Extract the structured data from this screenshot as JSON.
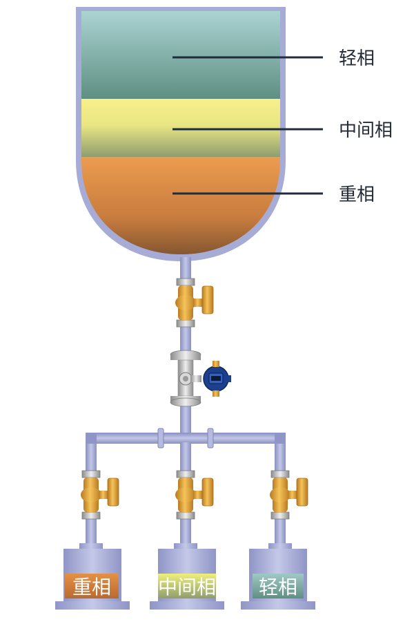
{
  "tank": {
    "layers": [
      {
        "id": "light",
        "label": "轻相",
        "color_top": "#a9d3d3",
        "color_bottom": "#5f8f82"
      },
      {
        "id": "middle",
        "label": "中间相",
        "color_top": "#f7f08a",
        "color_bottom": "#8f9d6e"
      },
      {
        "id": "heavy",
        "label": "重相",
        "color_top": "#eb9a4d",
        "color_bottom": "#6e4a2c"
      }
    ],
    "shell_color": "#a7acd6"
  },
  "pipe_color": "#9aa0cc",
  "valve_color": "#e0a33a",
  "instrument": {
    "display_color": "#1f4fae"
  },
  "receivers": [
    {
      "label": "重相",
      "tag_color": "#d9823a"
    },
    {
      "label": "中间相",
      "tag_color": "#c8cf66"
    },
    {
      "label": "轻相",
      "tag_color": "#7fa9a3"
    }
  ]
}
